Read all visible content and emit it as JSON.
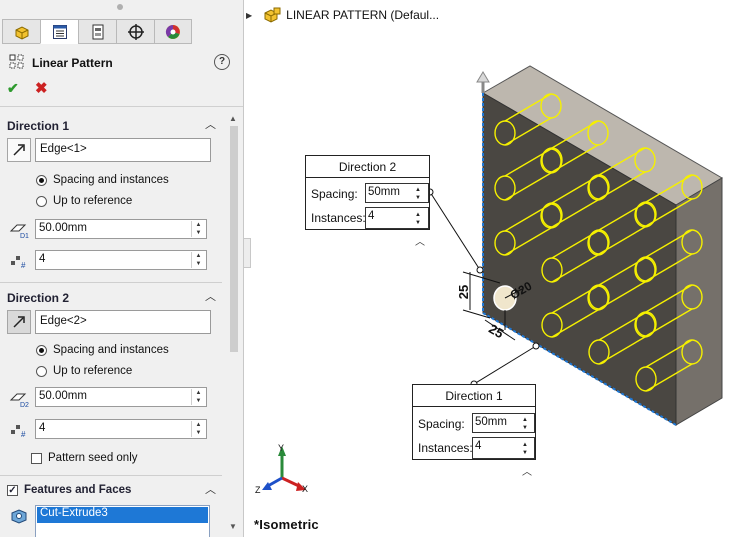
{
  "property_manager": {
    "title": "Linear Pattern",
    "help": "?",
    "ok_icon": "check-icon",
    "cancel_icon": "close-icon",
    "tabs": [
      "feature-manager-icon",
      "property-manager-icon",
      "configuration-manager-icon",
      "dimxpert-icon",
      "display-manager-icon"
    ],
    "direction1": {
      "header": "Direction 1",
      "reference": "Edge<1>",
      "option_spacing": "Spacing and instances",
      "option_up_to": "Up to reference",
      "spacing": "50.00mm",
      "instances": "4"
    },
    "direction2": {
      "header": "Direction 2",
      "reference": "Edge<2>",
      "option_spacing": "Spacing and instances",
      "option_up_to": "Up to reference",
      "spacing": "50.00mm",
      "instances": "4",
      "pattern_seed_only": "Pattern seed only"
    },
    "features": {
      "header": "Features and Faces",
      "item": "Cut-Extrude3"
    }
  },
  "viewport": {
    "tree_item": "LINEAR PATTERN  (Defaul...",
    "view_label": "*Isometric",
    "callout_dir2": {
      "title": "Direction 2",
      "spacing_label": "Spacing:",
      "spacing": "50mm",
      "instances_label": "Instances:",
      "instances": "4"
    },
    "callout_dir1": {
      "title": "Direction 1",
      "spacing_label": "Spacing:",
      "spacing": "50mm",
      "instances_label": "Instances:",
      "instances": "4"
    },
    "dim_vertical": "25",
    "dim_horizontal": "25",
    "dim_angle": "Ø20",
    "triad": {
      "x": "X",
      "y": "Y",
      "z": "Z"
    }
  },
  "colors": {
    "selection": "#1e78d6",
    "pattern_preview": "#f5f000",
    "block_front": "#4a4742",
    "block_top": "#bdb7ae",
    "block_side": "#75706a"
  }
}
